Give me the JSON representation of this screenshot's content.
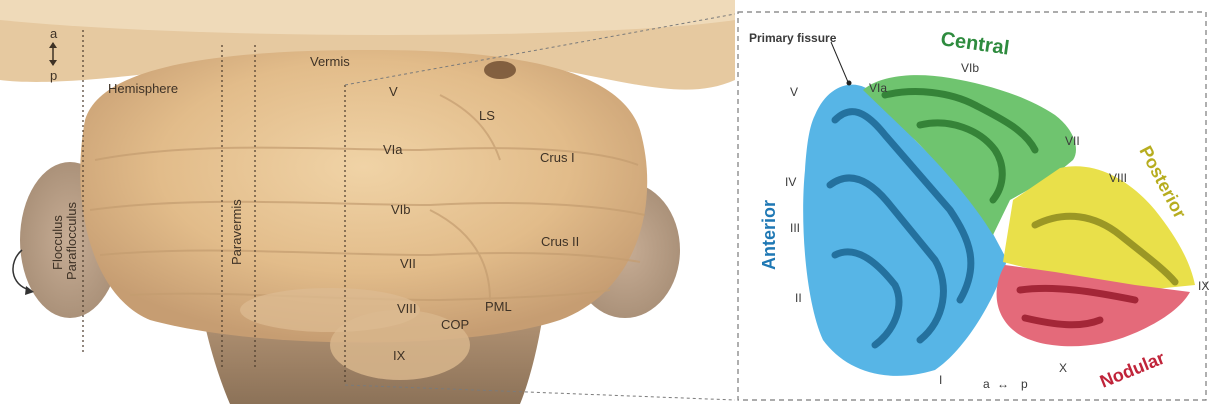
{
  "photo": {
    "labels": {
      "vermis": "Vermis",
      "hemisphere": "Hemisphere",
      "paravermis": "Paravermis",
      "flocculus": "Flocculus",
      "paraflocculus": "Paraflocculus",
      "lobule_v": "V",
      "lobule_via": "VIa",
      "lobule_vib": "VIb",
      "lobule_vii": "VII",
      "lobule_viii": "VIII",
      "lobule_ix": "IX",
      "ls": "LS",
      "crus_i": "Crus I",
      "crus_ii": "Crus II",
      "pml": "PML",
      "cop": "COP",
      "orientation_a": "a",
      "orientation_p": "p"
    }
  },
  "diagram": {
    "primary_fissure": "Primary fissure",
    "zones": {
      "central": {
        "label": "Central",
        "color": "#2e8b3e"
      },
      "posterior": {
        "label": "Posterior",
        "color": "#b7ad1f"
      },
      "anterior": {
        "label": "Anterior",
        "color": "#1f78b4"
      },
      "nodular": {
        "label": "Nodular",
        "color": "#c0243a"
      }
    },
    "lobules": {
      "v": "V",
      "via": "VIa",
      "vib": "VIb",
      "vii": "VII",
      "viii": "VIII",
      "iv": "IV",
      "iii": "III",
      "ii": "II",
      "i": "I",
      "x": "X",
      "ix": "IX"
    },
    "orientation": {
      "a": "a",
      "arrow": "↔",
      "p": "p"
    }
  }
}
